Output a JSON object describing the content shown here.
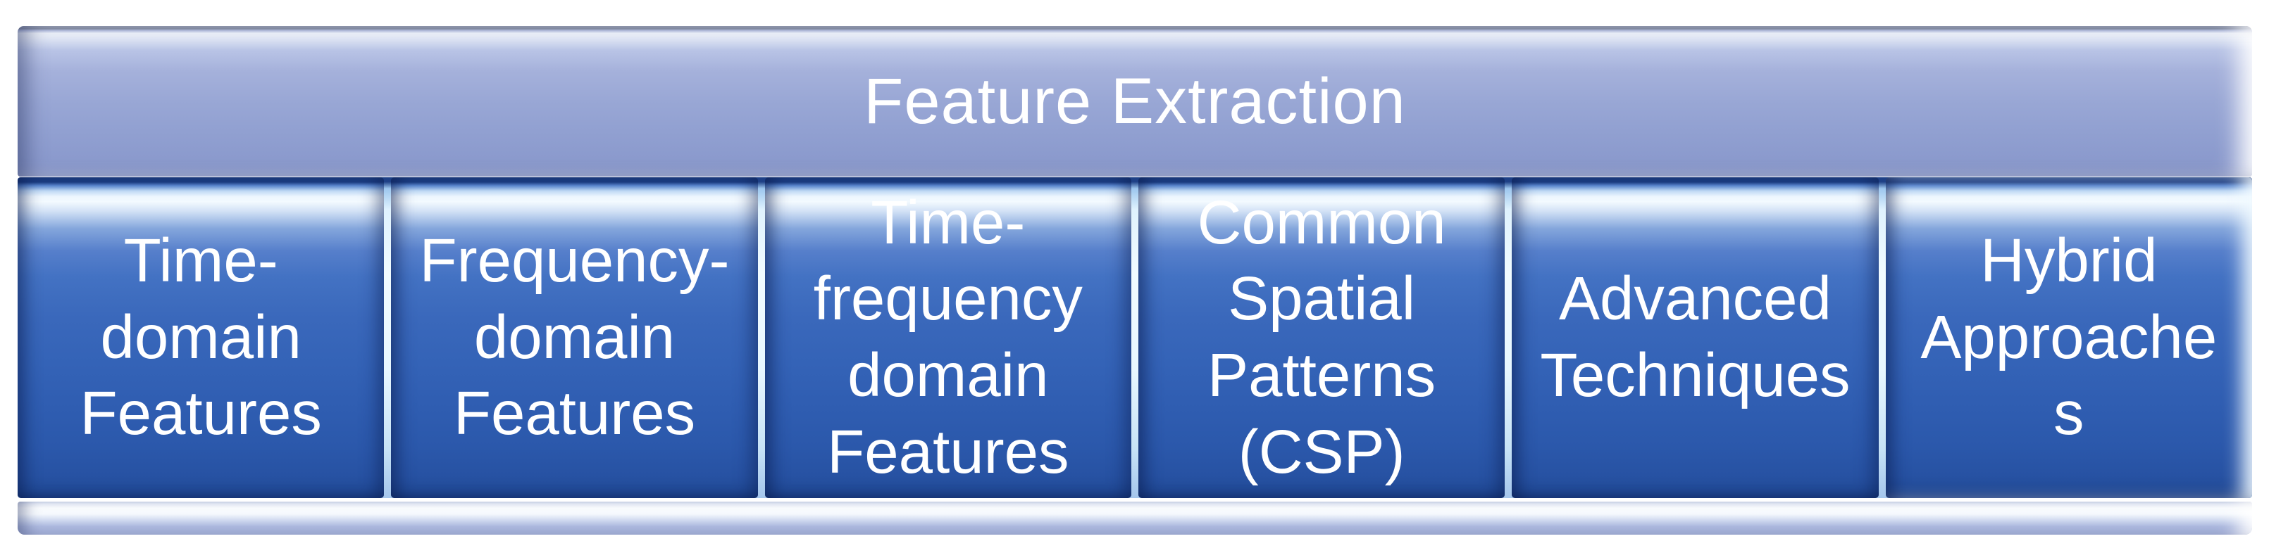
{
  "diagram": {
    "title": "Feature Extraction",
    "boxes": [
      {
        "label": "Time-domain Features",
        "lines": [
          "Time-",
          "domain",
          "Features"
        ]
      },
      {
        "label": "Frequency-domain Features",
        "lines": [
          "Frequency-",
          "domain",
          "Features"
        ]
      },
      {
        "label": "Time-frequency domain Features",
        "lines": [
          "Time-",
          "frequency",
          "domain",
          "Features"
        ]
      },
      {
        "label": "Common Spatial Patterns (CSP)",
        "lines": [
          "Common",
          "Spatial",
          "Patterns",
          "(CSP)"
        ]
      },
      {
        "label": "Advanced Techniques",
        "lines": [
          "Advanced",
          "Techniques"
        ]
      },
      {
        "label": "Hybrid Approaches",
        "lines": [
          "Hybrid",
          "Approache",
          "s"
        ]
      }
    ],
    "colors": {
      "box_fill": "#3a67b8",
      "box_edge": "#1e4086",
      "header_fill": "#97a5d3",
      "groove_highlight": "#f1fbff",
      "text": "#ffffff",
      "background": "#ffffff"
    }
  }
}
